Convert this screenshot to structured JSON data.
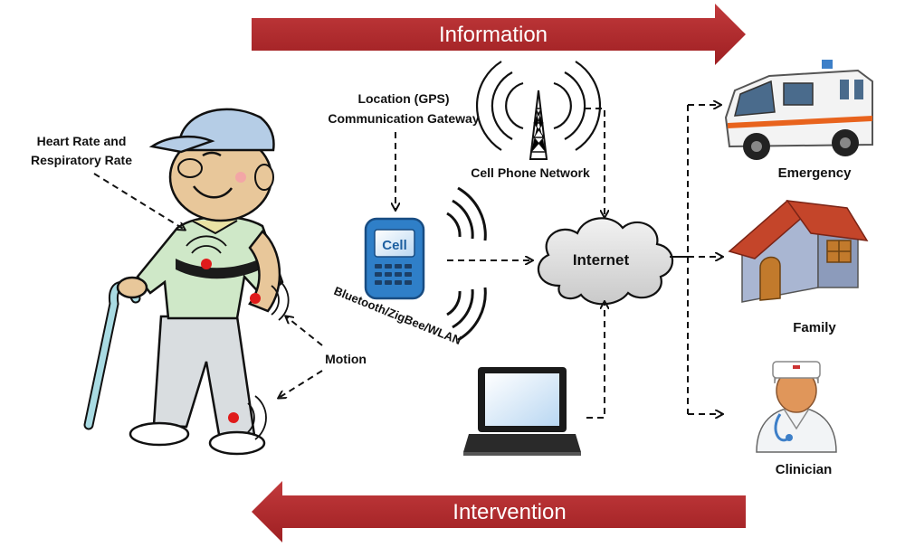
{
  "banners": {
    "information": "Information",
    "intervention": "Intervention"
  },
  "labels": {
    "heart_rate_line1": "Heart Rate and",
    "heart_rate_line2": "Respiratory Rate",
    "motion": "Motion",
    "gateway_line1": "Location (GPS)",
    "gateway_line2": "Communication Gateway",
    "cell_phone_network": "Cell Phone Network",
    "phone_screen": "Cell",
    "wireless": "Bluetooth/ZigBee/WLAN",
    "internet": "Internet",
    "emergency": "Emergency",
    "family": "Family",
    "clinician": "Clinician"
  },
  "colors": {
    "banner": "#b3272a",
    "phone_body": "#2f7fc8",
    "sensor": "#e01b1b",
    "ambulance_stripe": "#e8631d",
    "roof": "#c4452a",
    "house_wall": "#9aa8c7",
    "door": "#c27a2c"
  }
}
